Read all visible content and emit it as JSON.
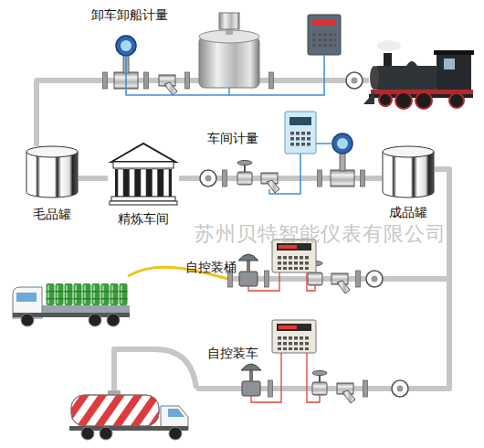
{
  "diagram": {
    "nodes": [
      {
        "text": [
          "卸车卸船计量"
        ]
      },
      {
        "text": [
          "毛品罐"
        ]
      },
      {
        "text": [
          "精炼车间"
        ]
      },
      {
        "text": [
          "车间计量"
        ]
      },
      {
        "text": [
          "成品罐"
        ]
      },
      {
        "text": [
          "自控装桶"
        ]
      },
      {
        "text": [
          "自控装车"
        ]
      }
    ],
    "edges": [
      {
        "from": 0,
        "to": 1,
        "arrow": "none"
      },
      {
        "from": 1,
        "to": 2,
        "arrow": "none"
      },
      {
        "from": 2,
        "to": 3,
        "arrow": "none"
      },
      {
        "from": 3,
        "to": 4,
        "arrow": "none"
      },
      {
        "from": 4,
        "to": 5,
        "arrow": "none"
      },
      {
        "from": 4,
        "to": 6,
        "arrow": "none"
      }
    ],
    "labels": [
      "苏州贝特智能仪表有限公司"
    ]
  }
}
